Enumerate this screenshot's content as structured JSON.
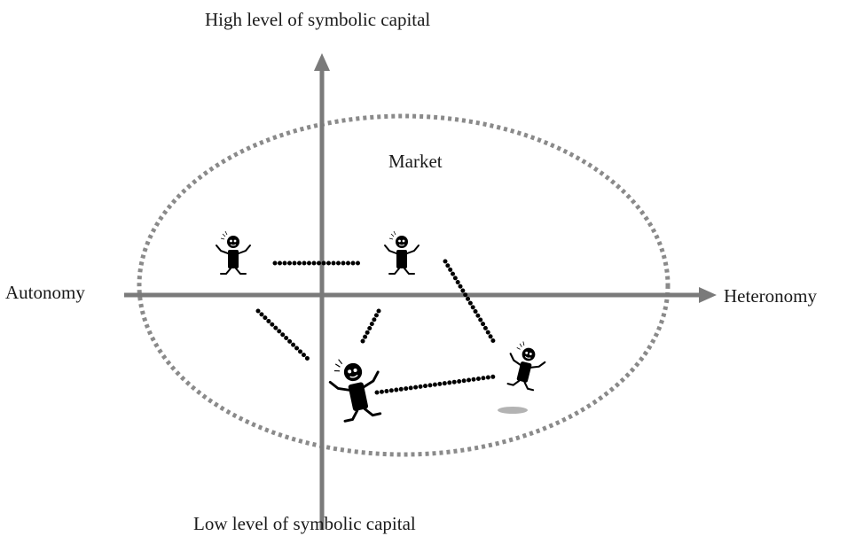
{
  "axes": {
    "top_label": "High level of symbolic capital",
    "bottom_label": "Low level of symbolic capital",
    "left_label": "Autonomy",
    "right_label": "Heteronomy"
  },
  "field": {
    "label": "Market"
  },
  "colors": {
    "axis": "#7a7a7a",
    "ellipse": "#8a8a8a",
    "figure": "#000000",
    "dots": "#000000",
    "shadow": "#b3b3b3"
  },
  "icons": [
    "agent-figure-icon",
    "agent-figure-icon",
    "agent-figure-icon",
    "agent-figure-icon"
  ]
}
